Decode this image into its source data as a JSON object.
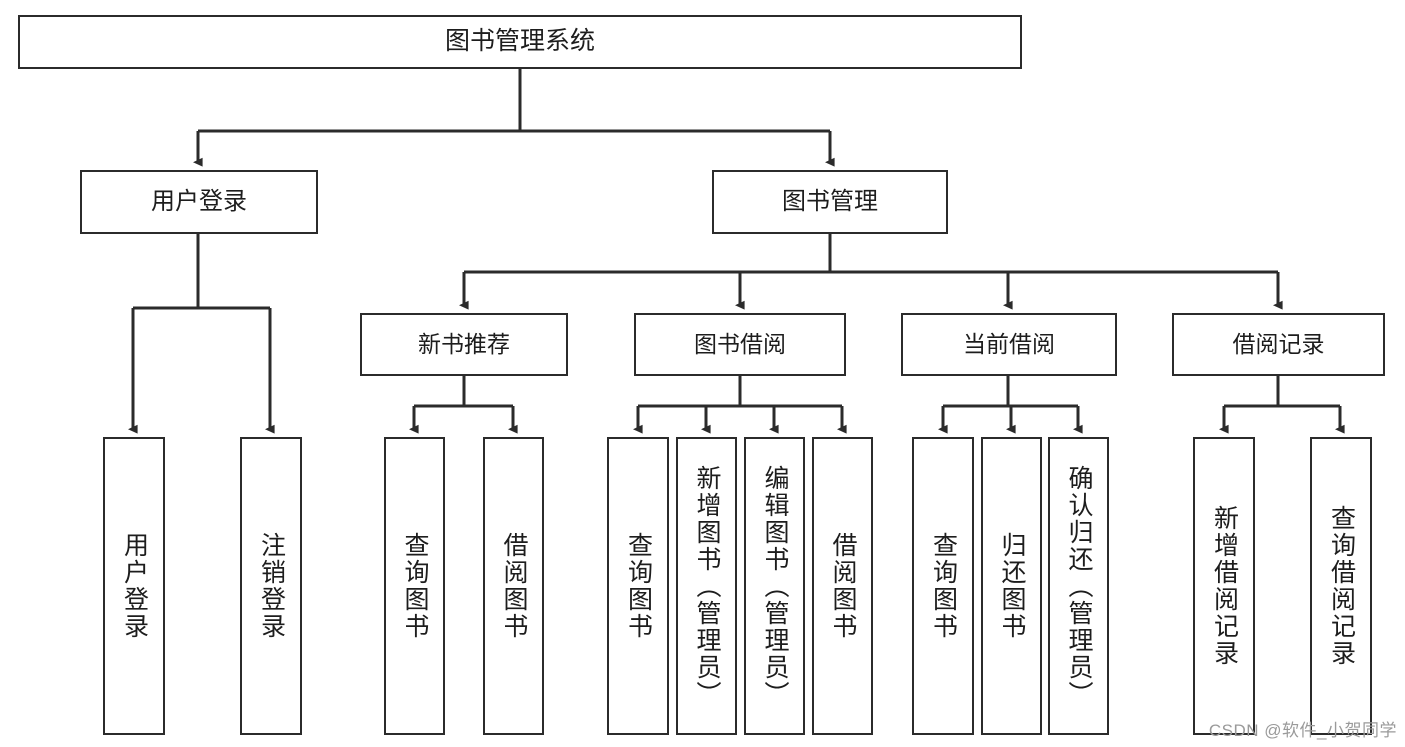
{
  "diagram": {
    "title": "图书管理系统",
    "type": "hierarchy-tree",
    "colors": {
      "background": "#ffffff",
      "box_border": "#2b2b2b",
      "box_fill": "#ffffff",
      "text": "#1d1d1d",
      "connector": "#2b2b2b",
      "watermark": "#9a9a9a"
    },
    "root": {
      "label": "图书管理系统"
    },
    "level1": [
      {
        "label": "用户登录"
      },
      {
        "label": "图书管理"
      }
    ],
    "level2": [
      {
        "label": "新书推荐"
      },
      {
        "label": "图书借阅"
      },
      {
        "label": "当前借阅"
      },
      {
        "label": "借阅记录"
      }
    ],
    "leaves": {
      "user_login": [
        {
          "label": "用户登录"
        },
        {
          "label": "注销登录"
        }
      ],
      "new_book_recommend": [
        {
          "label": "查询图书"
        },
        {
          "label": "借阅图书"
        }
      ],
      "book_borrow": [
        {
          "label": "查询图书"
        },
        {
          "label": "新增图书（管理员）"
        },
        {
          "label": "编辑图书（管理员）"
        },
        {
          "label": "借阅图书"
        }
      ],
      "current_borrow": [
        {
          "label": "查询图书"
        },
        {
          "label": "归还图书"
        },
        {
          "label": "确认归还（管理员）"
        }
      ],
      "borrow_record": [
        {
          "label": "新增借阅记录"
        },
        {
          "label": "查询借阅记录"
        }
      ]
    },
    "watermark": "CSDN @软件_小贺同学"
  }
}
